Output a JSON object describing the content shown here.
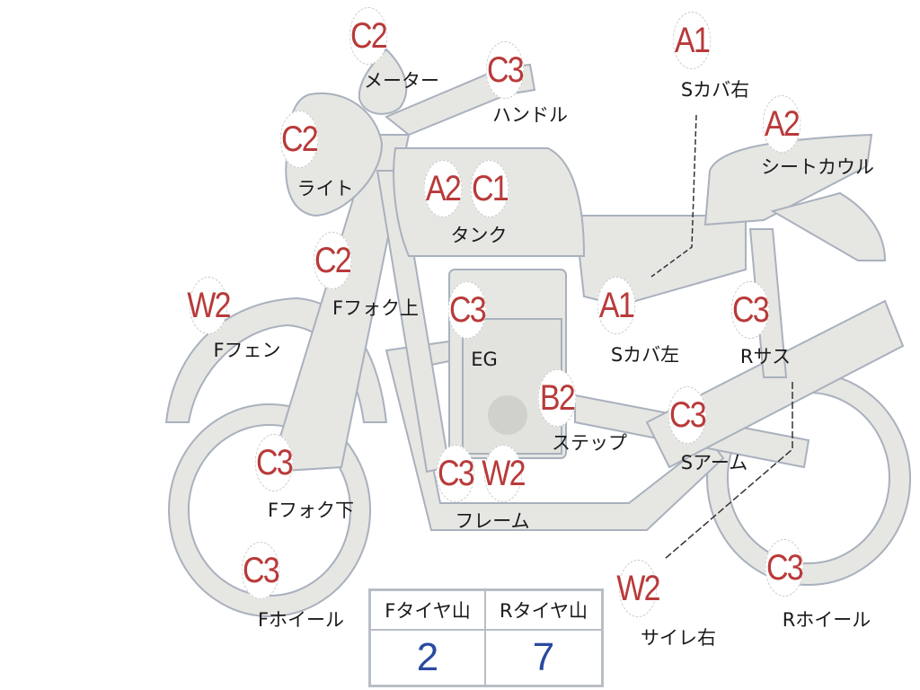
{
  "colors": {
    "part_fill": "#e6e6e3",
    "part_stroke": "#a9b1bd",
    "grade_text": "#b93a3a",
    "value_text": "#2a4aa0"
  },
  "parts": [
    {
      "name": "meter",
      "grades": [
        "C2"
      ],
      "label": "メーター"
    },
    {
      "name": "handle",
      "grades": [
        "C3"
      ],
      "label": "ハンドル"
    },
    {
      "name": "side-cover-right",
      "grades": [
        "A1"
      ],
      "label": "Sカバ右"
    },
    {
      "name": "seat-cowl",
      "grades": [
        "A2"
      ],
      "label": "シートカウル"
    },
    {
      "name": "light",
      "grades": [
        "C2"
      ],
      "label": "ライト"
    },
    {
      "name": "tank",
      "grades": [
        "A2",
        "C1"
      ],
      "label": "タンク"
    },
    {
      "name": "front-fork-upper",
      "grades": [
        "C2"
      ],
      "label": "Fフォク上"
    },
    {
      "name": "front-fender",
      "grades": [
        "W2"
      ],
      "label": "Fフェン"
    },
    {
      "name": "engine",
      "grades": [
        "C3"
      ],
      "label": "EG"
    },
    {
      "name": "side-cover-left",
      "grades": [
        "A1"
      ],
      "label": "Sカバ左"
    },
    {
      "name": "rear-suspension",
      "grades": [
        "C3"
      ],
      "label": "Rサス"
    },
    {
      "name": "step",
      "grades": [
        "B2"
      ],
      "label": "ステップ"
    },
    {
      "name": "swing-arm",
      "grades": [
        "C3"
      ],
      "label": "Sアーム"
    },
    {
      "name": "front-fork-lower",
      "grades": [
        "C3"
      ],
      "label": "Fフォク下"
    },
    {
      "name": "frame",
      "grades": [
        "C3",
        "W2"
      ],
      "label": "フレーム"
    },
    {
      "name": "front-wheel",
      "grades": [
        "C3"
      ],
      "label": "Fホイール"
    },
    {
      "name": "silencer-right",
      "grades": [
        "W2"
      ],
      "label": "サイレ右"
    },
    {
      "name": "rear-wheel",
      "grades": [
        "C3"
      ],
      "label": "Rホイール"
    }
  ],
  "tire_table": {
    "headers": [
      "Fタイヤ山",
      "Rタイヤ山"
    ],
    "values": [
      "2",
      "7"
    ]
  }
}
